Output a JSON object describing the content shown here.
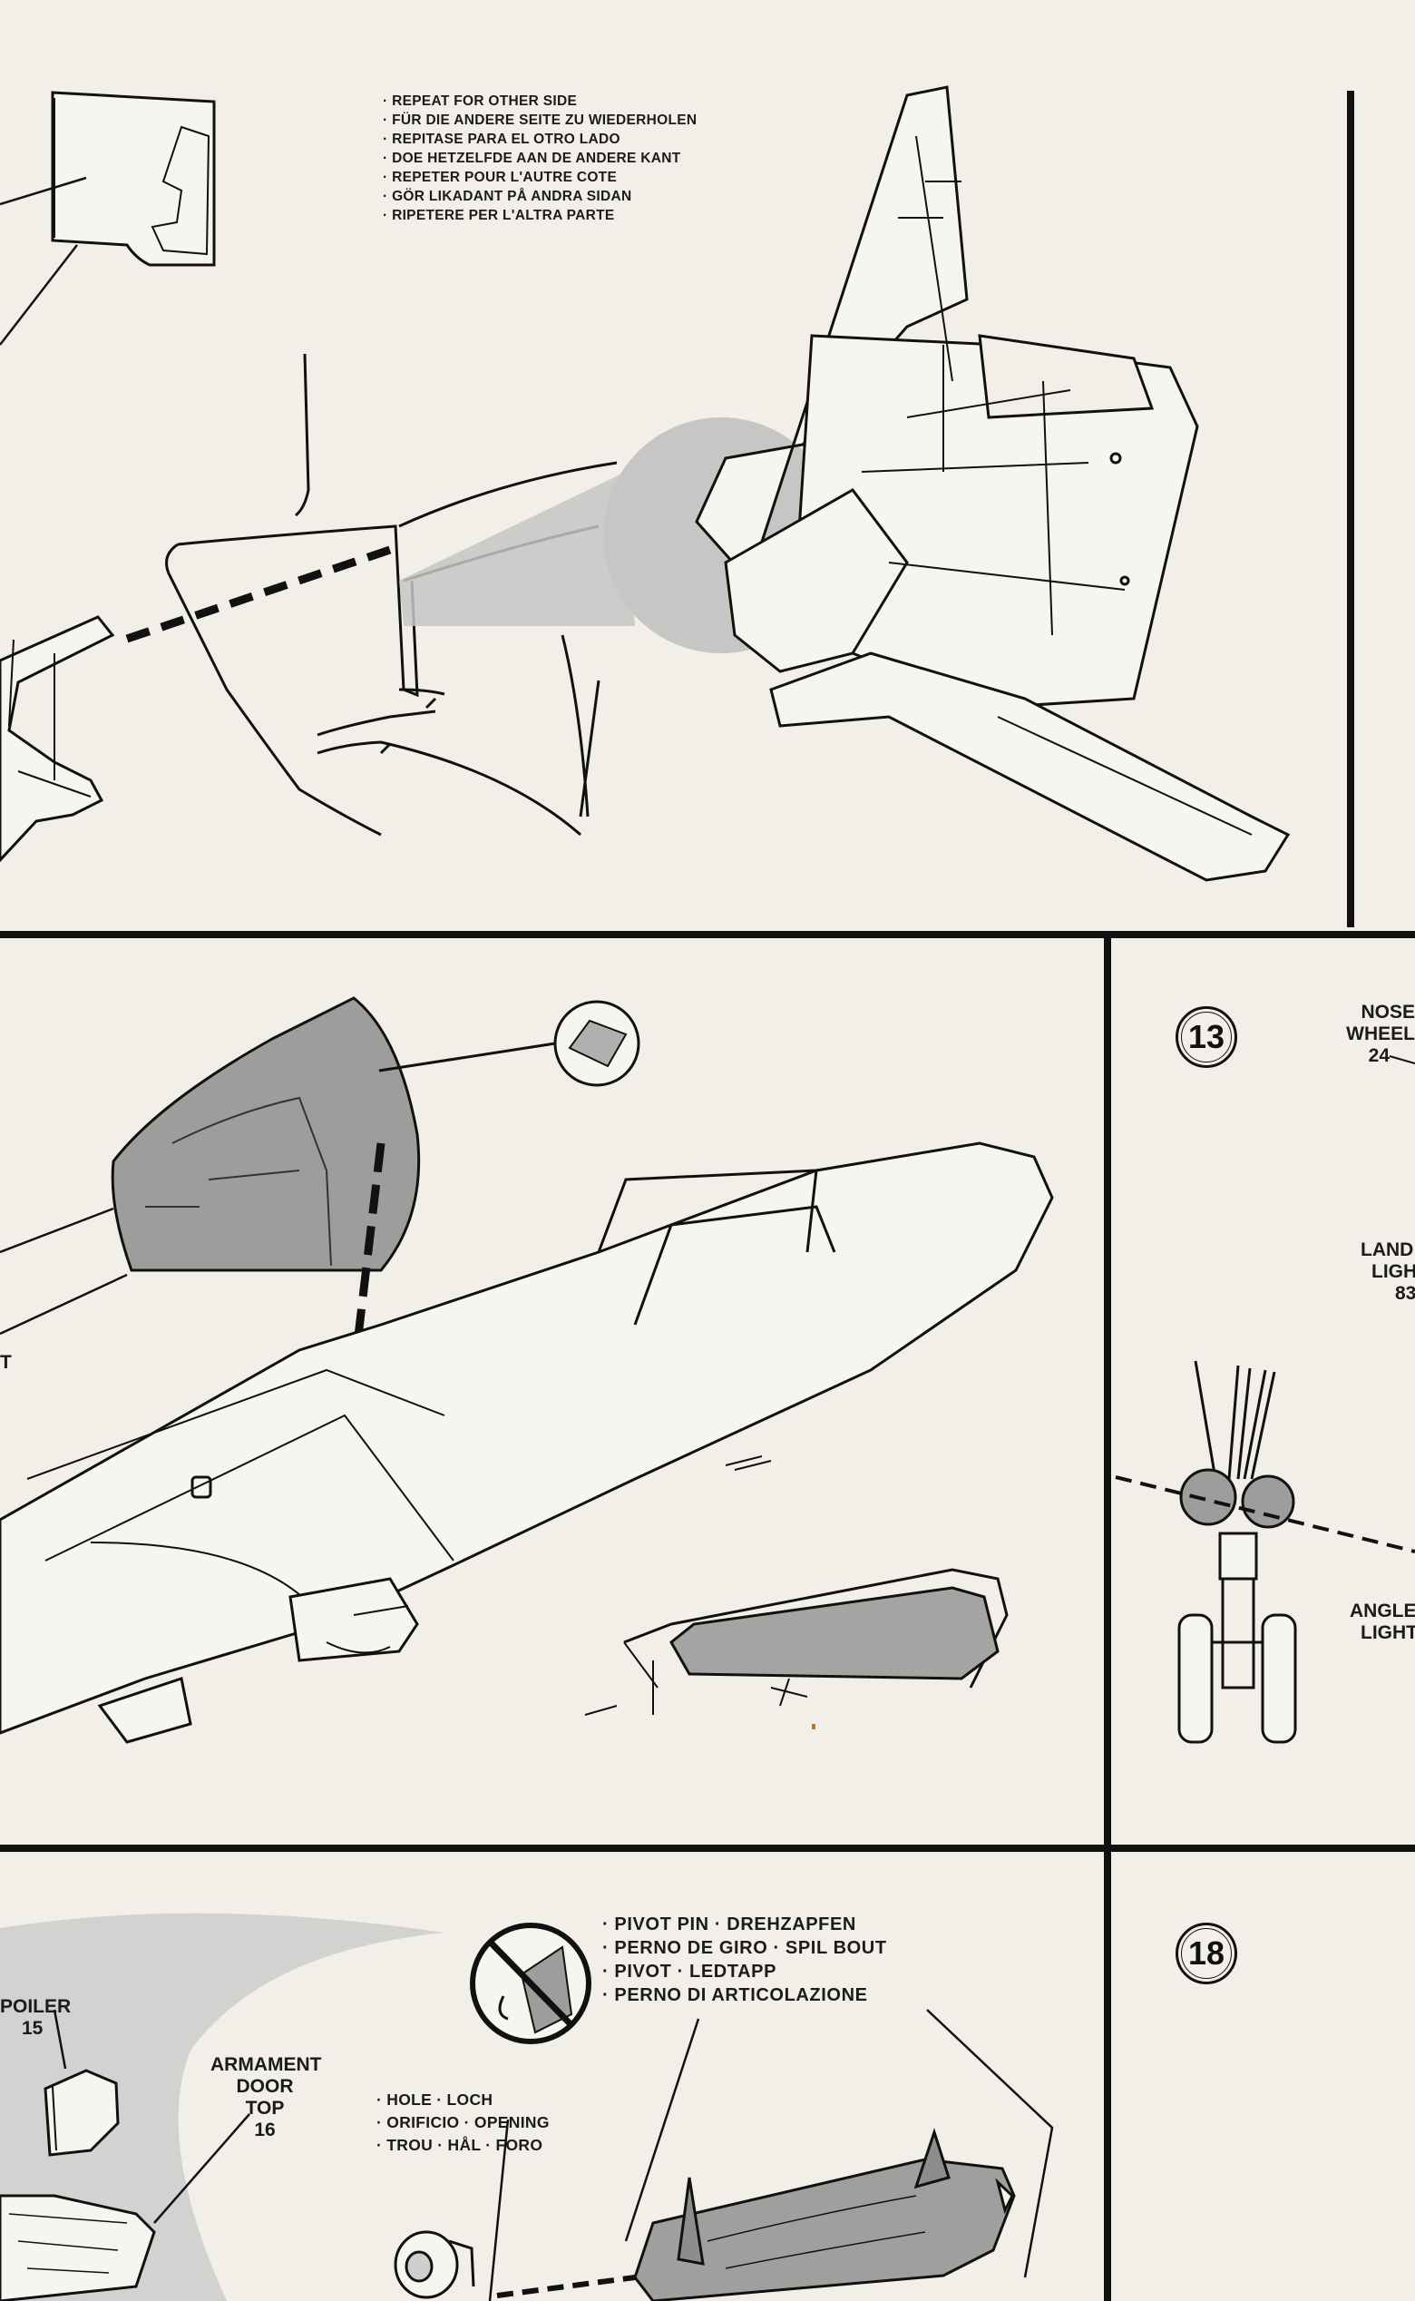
{
  "repeat_note": {
    "lines": [
      "REPEAT FOR OTHER SIDE",
      "FÜR DIE ANDERE SEITE ZU WIEDERHOLEN",
      "REPITASE PARA EL OTRO LADO",
      "DOE HETZELFDE AAN DE ANDERE KANT",
      "REPETER POUR L'AUTRE COTE",
      "GÖR LIKADANT PÅ ANDRA SIDAN",
      "RIPETERE PER L'ALTRA PARTE"
    ]
  },
  "steps": {
    "step13": "13",
    "step18": "18"
  },
  "parts": {
    "nose_wheel": [
      "NOSE",
      "WHEEL",
      "24"
    ],
    "landing_light": [
      "LAND",
      "LIGH",
      "83"
    ],
    "angle_light": [
      "ANGLE",
      "LIGHT"
    ],
    "spoiler": [
      "POILER",
      "15"
    ],
    "armament_door": [
      "ARMAMENT",
      "DOOR",
      "TOP",
      "16"
    ],
    "left_fragment": "T"
  },
  "pivot_note": {
    "lines": [
      "PIVOT PIN · DREHZAPFEN",
      "PERNO DE GIRO · SPIL BOUT",
      "PIVOT · LEDTAPP",
      "PERNO DI ARTICOLAZIONE"
    ]
  },
  "hole_note": {
    "lines": [
      "HOLE · LOCH",
      "ORIFICIO · OPENING",
      "TROU · HÅL · FORO"
    ]
  }
}
